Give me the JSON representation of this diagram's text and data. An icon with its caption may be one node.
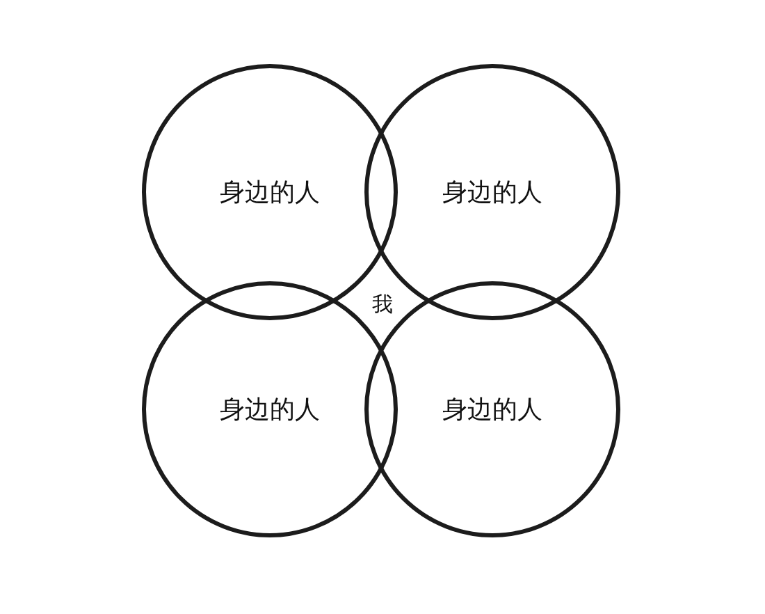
{
  "diagram": {
    "nodes": [
      {
        "text": [
          "身边的人"
        ]
      },
      {
        "text": [
          "身边的人"
        ]
      },
      {
        "text": [
          "身边的人"
        ]
      },
      {
        "text": [
          "身边的人"
        ]
      }
    ],
    "labels": [
      "我"
    ]
  }
}
